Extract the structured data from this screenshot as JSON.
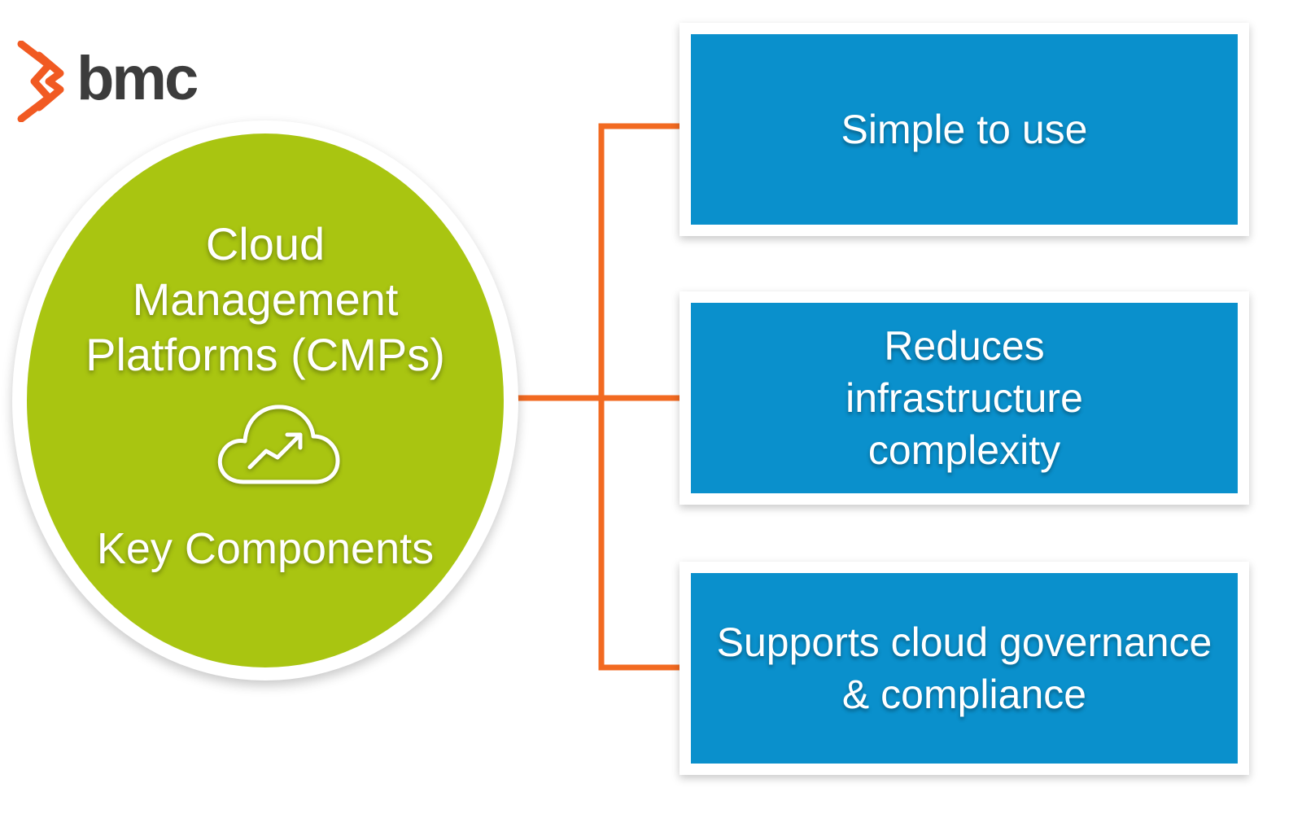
{
  "logo": {
    "text": "bmc",
    "icon": "bmc-chevron-logo-icon",
    "color": "#f15a22"
  },
  "center": {
    "title": "Cloud\nManagement\nPlatforms (CMPs)",
    "icon": "cloud-trend-icon",
    "subtitle": "Key Components",
    "color": "#a9c511"
  },
  "components": [
    {
      "label": "Simple to use"
    },
    {
      "label": "Reduces infrastructure complexity"
    },
    {
      "label": "Supports cloud governance & compliance"
    }
  ],
  "colors": {
    "box": "#0a90cc",
    "connector": "#f26a21"
  }
}
